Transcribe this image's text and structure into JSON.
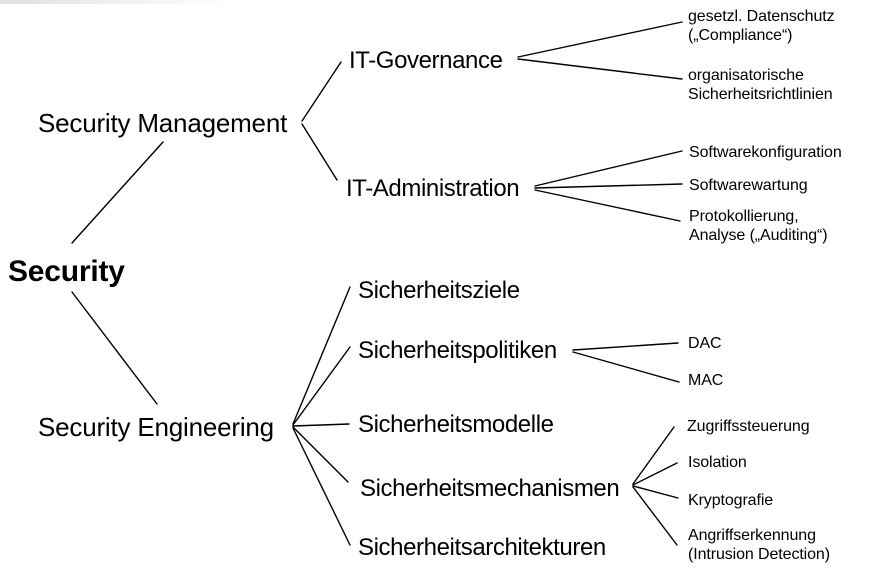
{
  "meta": {
    "background_color": "#ffffff",
    "line_color": "#000000",
    "text_color": "#000000",
    "diagram_type": "tree"
  },
  "tree": {
    "root": {
      "label": "Security",
      "children": {
        "management": {
          "label": "Security Management",
          "children": {
            "governance": {
              "label": "IT-Governance",
              "children": {
                "datenschutz": {
                  "label": "gesetzl. Datenschutz\n(„Compliance“)"
                },
                "richtlinien": {
                  "label": "organisatorische\nSicherheitsrichtlinien"
                }
              }
            },
            "administration": {
              "label": "IT-Administration",
              "children": {
                "konfiguration": {
                  "label": "Softwarekonfiguration"
                },
                "wartung": {
                  "label": "Softwarewartung"
                },
                "auditing": {
                  "label": "Protokollierung,\nAnalyse („Auditing“)"
                }
              }
            }
          }
        },
        "engineering": {
          "label": "Security Engineering",
          "children": {
            "ziele": {
              "label": "Sicherheitsziele"
            },
            "politiken": {
              "label": "Sicherheitspolitiken",
              "children": {
                "dac": {
                  "label": "DAC"
                },
                "mac": {
                  "label": "MAC"
                }
              }
            },
            "modelle": {
              "label": "Sicherheitsmodelle"
            },
            "mechanismen": {
              "label": "Sicherheitsmechanismen",
              "children": {
                "zugriff": {
                  "label": "Zugriffssteuerung"
                },
                "isolation": {
                  "label": "Isolation"
                },
                "krypto": {
                  "label": "Kryptografie"
                },
                "angriff": {
                  "label": "Angriffserkennung\n(Intrusion Detection)"
                }
              }
            },
            "architekturen": {
              "label": "Sicherheitsarchitekturen"
            }
          }
        }
      }
    }
  }
}
